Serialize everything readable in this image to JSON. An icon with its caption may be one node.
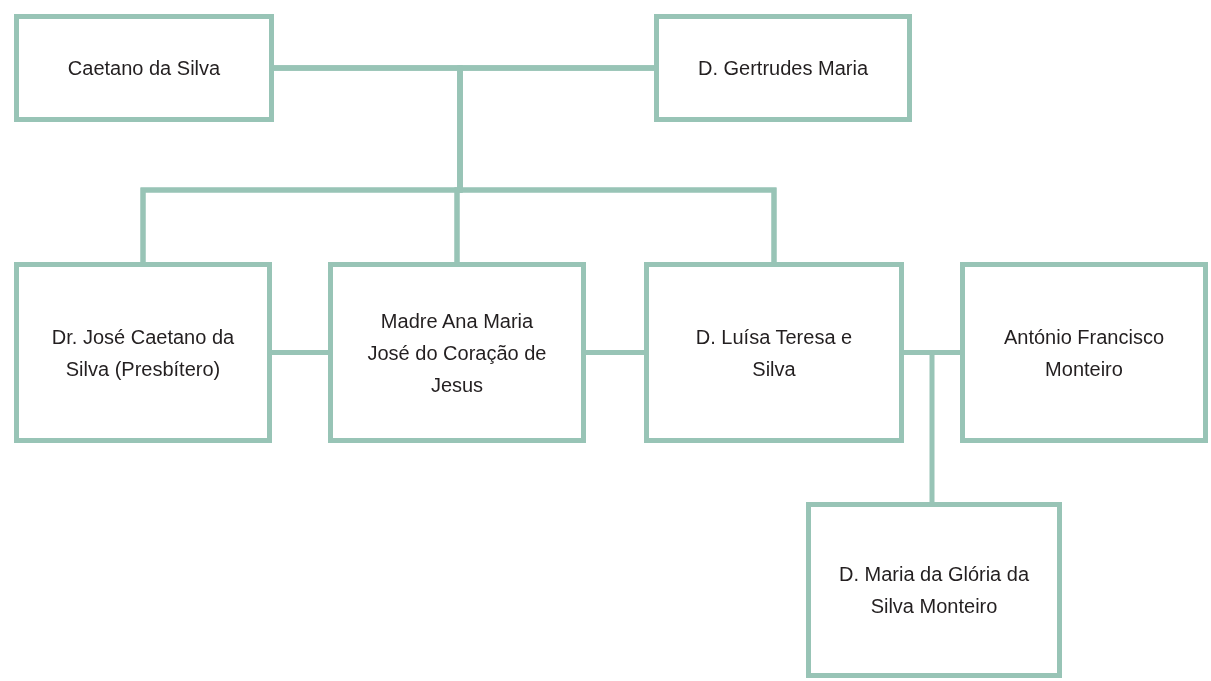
{
  "diagram": {
    "nodes": [
      {
        "text": [
          "Caetano da Silva"
        ]
      },
      {
        "text": [
          "D. Gertrudes Maria"
        ]
      },
      {
        "text": [
          "Dr. José Caetano da Silva (Presbítero)"
        ]
      },
      {
        "text": [
          "Madre Ana Maria José do Coração de Jesus"
        ]
      },
      {
        "text": [
          "D. Luísa Teresa e Silva"
        ]
      },
      {
        "text": [
          "António Francisco Monteiro"
        ]
      },
      {
        "text": [
          "D. Maria da Glória da Silva Monteiro"
        ]
      }
    ],
    "edges": [
      {
        "from": 0,
        "to": 1,
        "arrow": "none"
      },
      {
        "from": 0,
        "to": 2,
        "arrow": "none"
      },
      {
        "from": 0,
        "to": 3,
        "arrow": "none"
      },
      {
        "from": 0,
        "to": 4,
        "arrow": "none"
      },
      {
        "from": 1,
        "to": 2,
        "arrow": "none"
      },
      {
        "from": 1,
        "to": 3,
        "arrow": "none"
      },
      {
        "from": 1,
        "to": 4,
        "arrow": "none"
      },
      {
        "from": 2,
        "to": 3,
        "arrow": "none"
      },
      {
        "from": 3,
        "to": 4,
        "arrow": "none"
      },
      {
        "from": 4,
        "to": 5,
        "arrow": "none"
      },
      {
        "from": 4,
        "to": 6,
        "arrow": "none"
      },
      {
        "from": 5,
        "to": 6,
        "arrow": "none"
      }
    ]
  }
}
